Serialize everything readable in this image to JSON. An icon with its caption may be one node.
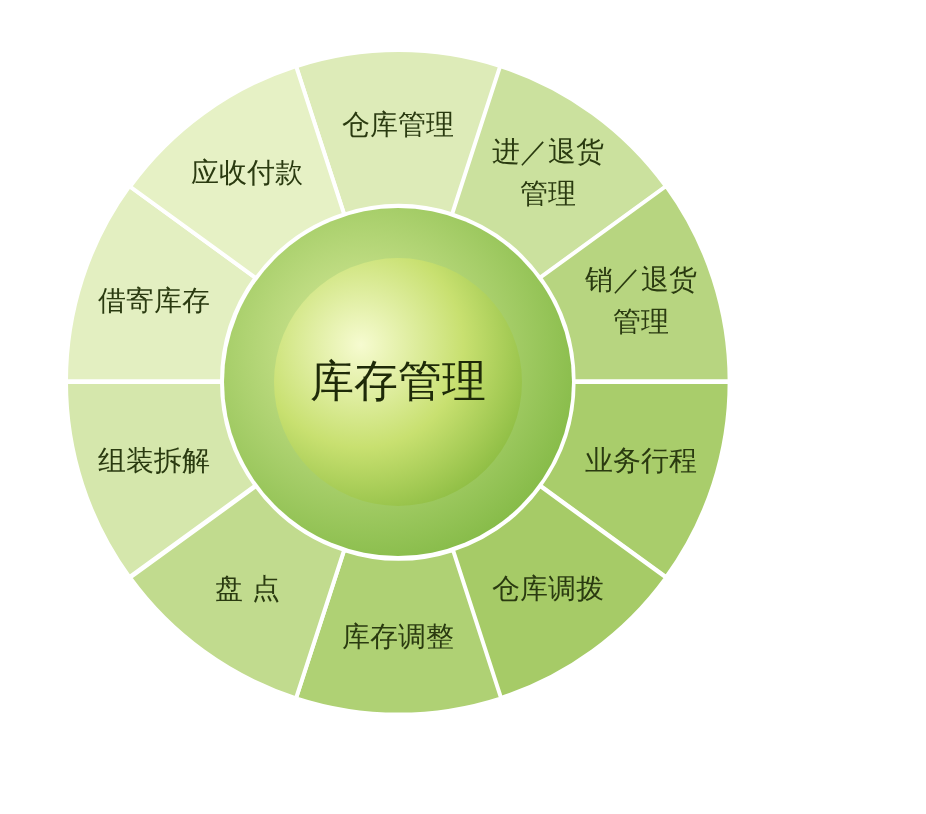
{
  "diagram": {
    "nodes": [
      {
        "text": [
          "库存管理"
        ]
      },
      {
        "text": [
          "仓库管理"
        ]
      },
      {
        "text": [
          "进／退货管理"
        ]
      },
      {
        "text": [
          "销／退货管理"
        ]
      },
      {
        "text": [
          "业务行程"
        ]
      },
      {
        "text": [
          "仓库调拨"
        ]
      },
      {
        "text": [
          "库存调整"
        ]
      },
      {
        "text": [
          "盘 点"
        ]
      },
      {
        "text": [
          "组装拆解"
        ]
      },
      {
        "text": [
          "借寄库存"
        ]
      },
      {
        "text": [
          "应收付款"
        ]
      }
    ]
  }
}
